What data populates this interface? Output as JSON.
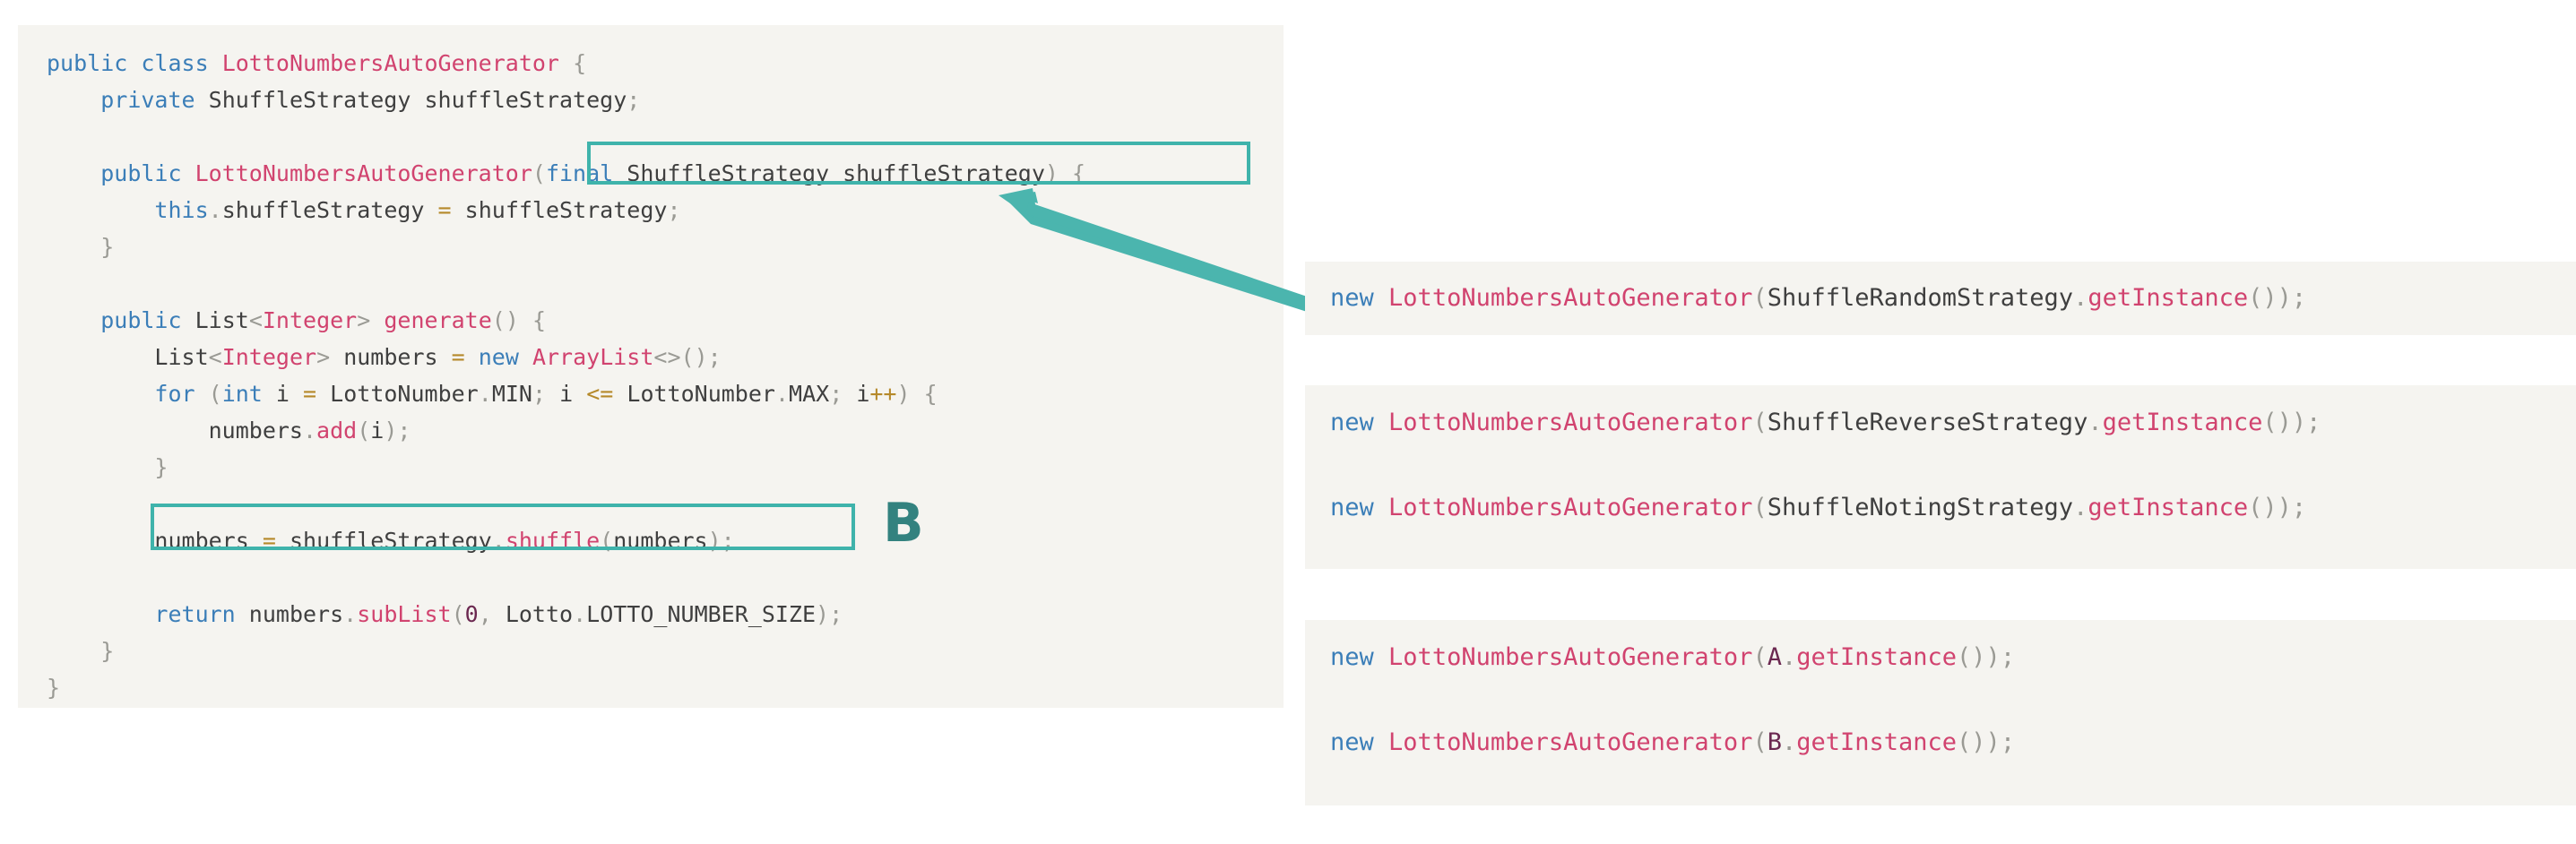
{
  "colors": {
    "panel_background": "#f5f4f0",
    "page_background": "#ffffff",
    "highlight_border": "#3fb3ab",
    "arrow": "#4bb5ae",
    "label_teal": "#33827f",
    "keyword": "#3b7eb8",
    "type_name": "#d1436f",
    "operator": "#b5892a",
    "punctuation": "#9a9a94",
    "plain_text": "#3f3f3f",
    "placeholder": "#6b2850"
  },
  "left_code_block": {
    "language": "java",
    "class_name": "LottoNumbersAutoGenerator",
    "lines": [
      "public class LottoNumbersAutoGenerator {",
      "    private ShuffleStrategy shuffleStrategy;",
      "",
      "    public LottoNumbersAutoGenerator(final ShuffleStrategy shuffleStrategy) {",
      "        this.shuffleStrategy = shuffleStrategy;",
      "    }",
      "",
      "    public List<Integer> generate() {",
      "        List<Integer> numbers = new ArrayList<>();",
      "        for (int i = LottoNumber.MIN; i <= LottoNumber.MAX; i++) {",
      "            numbers.add(i);",
      "        }",
      "",
      "        numbers = shuffleStrategy.shuffle(numbers);",
      "",
      "        return numbers.subList(0, Lotto.LOTTO_NUMBER_SIZE);",
      "    }",
      "}"
    ]
  },
  "annotations": {
    "constructor_highlight_text": "(final ShuffleStrategy shuffleStrategy) {",
    "shuffle_highlight_text": "numbers = shuffleStrategy.shuffle(numbers);",
    "label_b": "B",
    "arrow_from": "panel-1",
    "arrow_to": "constructor-highlight"
  },
  "right_panels": [
    {
      "id": "panel-1",
      "snippets": [
        {
          "full_text": "new LottoNumbersAutoGenerator(ShuffleRandomStrategy.getInstance());",
          "keyword": "new",
          "class_name": "LottoNumbersAutoGenerator",
          "argument_type": "ShuffleRandomStrategy",
          "method": "getInstance"
        }
      ]
    },
    {
      "id": "panel-2",
      "snippets": [
        {
          "full_text": "new LottoNumbersAutoGenerator(ShuffleReverseStrategy.getInstance());",
          "keyword": "new",
          "class_name": "LottoNumbersAutoGenerator",
          "argument_type": "ShuffleReverseStrategy",
          "method": "getInstance"
        },
        {
          "full_text": "new LottoNumbersAutoGenerator(ShuffleNotingStrategy.getInstance());",
          "keyword": "new",
          "class_name": "LottoNumbersAutoGenerator",
          "argument_type": "ShuffleNotingStrategy",
          "method": "getInstance"
        }
      ]
    },
    {
      "id": "panel-3",
      "snippets": [
        {
          "full_text": "new LottoNumbersAutoGenerator(A.getInstance());",
          "keyword": "new",
          "class_name": "LottoNumbersAutoGenerator",
          "argument_type": "A",
          "method": "getInstance"
        },
        {
          "full_text": "new LottoNumbersAutoGenerator(B.getInstance());",
          "keyword": "new",
          "class_name": "LottoNumbersAutoGenerator",
          "argument_type": "B",
          "method": "getInstance"
        }
      ]
    }
  ],
  "tokens": {
    "kw_public": "public",
    "kw_private": "private",
    "kw_class": "class",
    "kw_new": "new",
    "kw_this": "this",
    "kw_final": "final",
    "kw_for": "for",
    "kw_int": "int",
    "kw_return": "return"
  }
}
